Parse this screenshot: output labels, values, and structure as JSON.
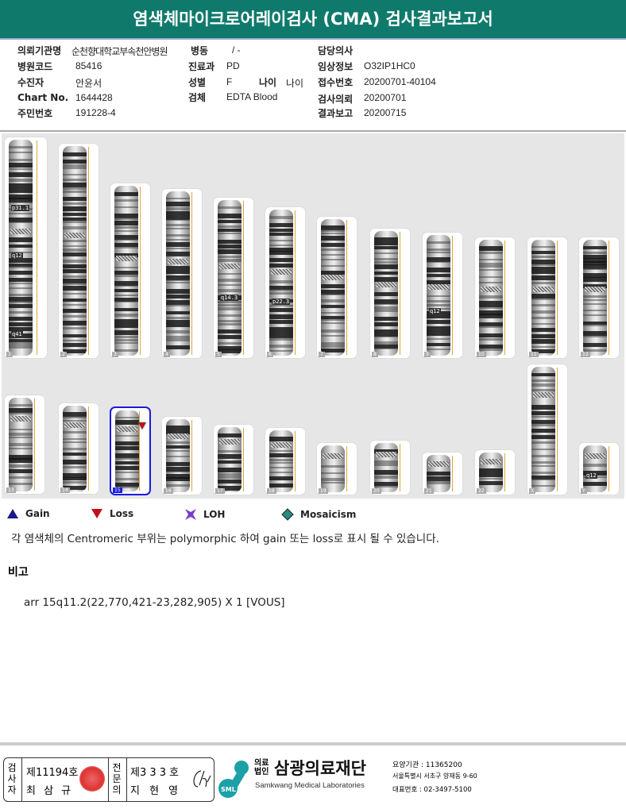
{
  "title": "염색체마이크로어레이검사 (CMA) 검사결과보고서",
  "info": {
    "institution_label": "의뢰기관명",
    "institution": "순천향대학교부속천안병원",
    "ward_label": "병동",
    "ward": "/ -",
    "doctor_label": "담당의사",
    "doctor": "",
    "hospital_code_label": "병원코드",
    "hospital_code": "85416",
    "dept_label": "진료과",
    "dept": "PD",
    "clinical_label": "임상정보",
    "clinical": "O32IP1HC0",
    "patient_label": "수진자",
    "patient": "안윤서",
    "sex_label": "성별",
    "sex": "F",
    "age_label": "나이",
    "age": "나이",
    "receipt_label": "접수번호",
    "receipt": "20200701-40104",
    "chart_label": "Chart No.",
    "chart": "1644428",
    "specimen_label": "검체",
    "specimen": "EDTA Blood",
    "request_label": "검사의뢰",
    "request": "20200701",
    "id_label": "주민번호",
    "id": "191228-4",
    "report_label": "결과보고",
    "report": "20200715"
  },
  "chromosomes": [
    {
      "n": "1",
      "labels": [
        "p31.1",
        "q12",
        "q41"
      ]
    },
    {
      "n": "2",
      "labels": []
    },
    {
      "n": "3",
      "labels": []
    },
    {
      "n": "4",
      "labels": []
    },
    {
      "n": "5",
      "labels": [
        "q14.3"
      ]
    },
    {
      "n": "6",
      "labels": [
        "p22.3"
      ]
    },
    {
      "n": "7",
      "labels": []
    },
    {
      "n": "8",
      "labels": []
    },
    {
      "n": "9",
      "labels": [
        "q12"
      ]
    },
    {
      "n": "10",
      "labels": []
    },
    {
      "n": "11",
      "labels": []
    },
    {
      "n": "12",
      "labels": []
    },
    {
      "n": "13",
      "labels": []
    },
    {
      "n": "14",
      "labels": []
    },
    {
      "n": "15",
      "labels": [],
      "selected": true,
      "event": "loss"
    },
    {
      "n": "16",
      "labels": []
    },
    {
      "n": "17",
      "labels": []
    },
    {
      "n": "18",
      "labels": []
    },
    {
      "n": "19",
      "labels": []
    },
    {
      "n": "20",
      "labels": []
    },
    {
      "n": "21",
      "labels": []
    },
    {
      "n": "22",
      "labels": []
    },
    {
      "n": "X",
      "labels": []
    },
    {
      "n": "Y",
      "labels": [
        "q12"
      ]
    }
  ],
  "legend": {
    "gain": "Gain",
    "loss": "Loss",
    "loh": "LOH",
    "mosaicism": "Mosaicism",
    "colors": {
      "gain": "#1a1a8a",
      "loss": "#c0101a",
      "loh": "#7a3ad0",
      "mosaicism": "#2a8a80"
    }
  },
  "note": "각 염색체의 Centromeric 부위는 polymorphic 하여 gain 또는 loss로 표시 될 수 있습니다.",
  "remark_label": "비고",
  "result": "arr 15q11.2(22,770,421-23,282,905) X 1 [VOUS]",
  "footer": {
    "examiner_label": "검사자",
    "examiner_no": "제11194호",
    "examiner": "최 삼 규",
    "specialist_label": "전문의",
    "specialist_no": "제3 3 3 호",
    "specialist": "지 현 영",
    "org_prefix": "의료법인",
    "org": "삼광의료재단",
    "org_en": "Samkwang Medical Laboratories",
    "logo_text": "SML",
    "code": "요양기관 : 11365200",
    "address": "서울특별시 서초구 양재동 9-60",
    "phone": "대표번호 : 02-3497-5100"
  }
}
